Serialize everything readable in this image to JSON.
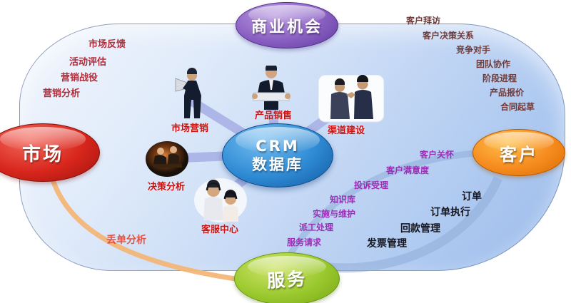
{
  "diagram": {
    "nodes": {
      "business_opportunity": "商业机会",
      "market": "市场",
      "customer": "客户",
      "service": "服务",
      "crm_line1": "CRM",
      "crm_line2": "数据库"
    },
    "market_labels": [
      "市场反馈",
      "活动评估",
      "营销战役",
      "营销分析"
    ],
    "opportunity_labels": [
      "客户拜访",
      "客户决策关系",
      "竞争对手",
      "团队协作",
      "阶段进程",
      "产品报价",
      "合同起草"
    ],
    "hub_labels": [
      "市场营销",
      "产品销售",
      "渠道建设",
      "决策分析",
      "客服中心"
    ],
    "service_labels": [
      "客户关怀",
      "客户满意度",
      "投诉受理",
      "知识库",
      "实施与维护",
      "派工处理",
      "服务请求"
    ],
    "order_labels": [
      "订单",
      "订单执行",
      "回款管理",
      "发票管理"
    ],
    "lost_order_label": "丢单分析",
    "images": {
      "marketing": "megaphone-person",
      "sales": "salesperson-with-board",
      "channel": "two-people-handshake",
      "decision": "desk-analysis-scene",
      "service_center": "callcenter-pair-with-headsets"
    },
    "colors": {
      "business_opportunity": "#7b52b8",
      "market": "#d8261c",
      "customer": "#f68b1f",
      "service": "#9ac92e",
      "crm": "#1f7ac4",
      "connector": "#a9b2e6",
      "lost_order_arc": "#f3b678",
      "service_loop": "#8fadd8",
      "market_label_color": "#b32c3a",
      "opportunity_label_color": "#6f3a3a",
      "hub_label_color": "#cc1111",
      "service_label_color": "#9a2fb5",
      "order_label_color": "#16161f",
      "lost_order_label_color": "#e05545"
    }
  }
}
